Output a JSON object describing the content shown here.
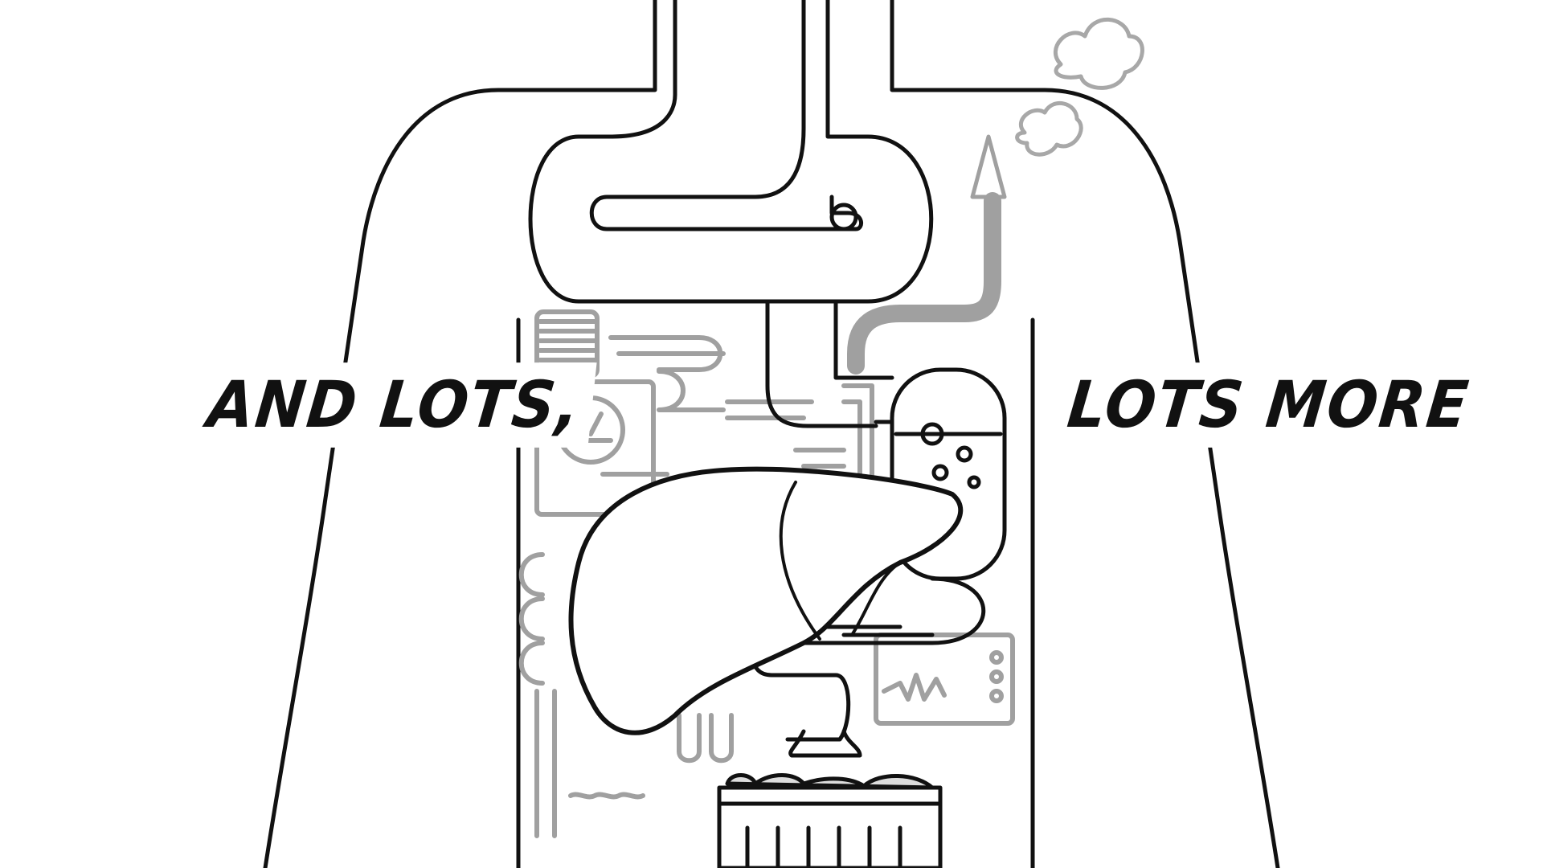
{
  "captions": {
    "left": "AND LOTS,",
    "right": "LOTS MORE"
  },
  "colors": {
    "ink": "#111111",
    "machinery": "#9e9e9e",
    "background": "#ffffff"
  },
  "icons": [
    "torso-outline",
    "esophagus-stomach-tube",
    "liver",
    "gallbladder-tank",
    "gauge-dial",
    "exhaust-pipe-arrow",
    "steam-clouds",
    "monitor-screen",
    "trash-bin",
    "pipes-machinery"
  ]
}
